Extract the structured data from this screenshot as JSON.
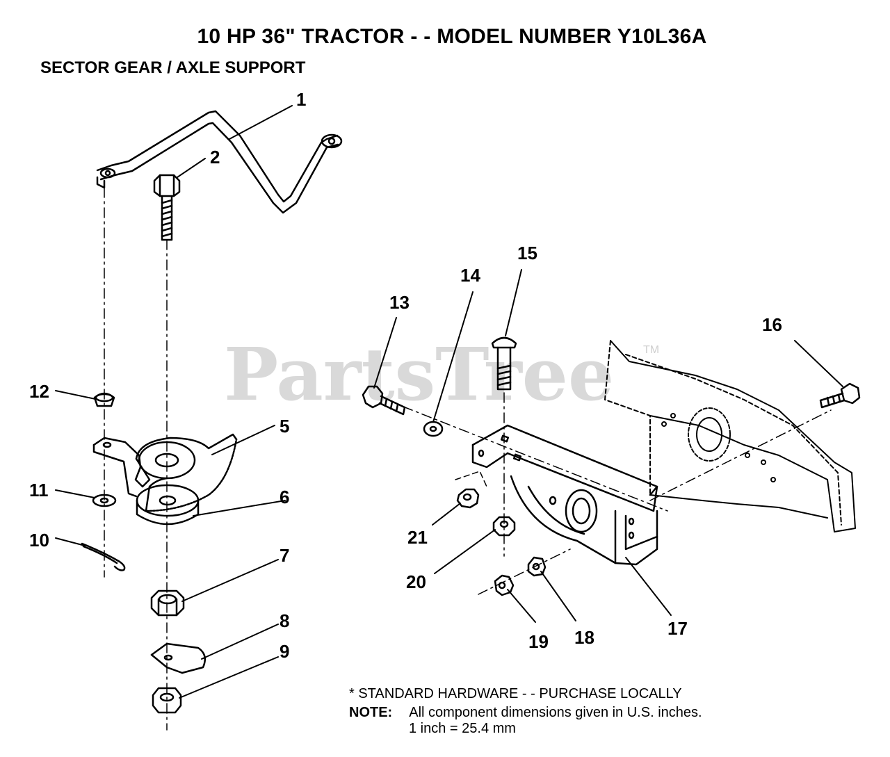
{
  "header": {
    "title": "10 HP 36\" TRACTOR - - MODEL NUMBER Y10L36A",
    "subtitle": "SECTOR GEAR / AXLE SUPPORT"
  },
  "watermark": {
    "text": "PartsTree",
    "tm": "TM"
  },
  "callouts": [
    {
      "id": "c1",
      "label": "1"
    },
    {
      "id": "c2",
      "label": "2"
    },
    {
      "id": "c5",
      "label": "5"
    },
    {
      "id": "c6",
      "label": "6"
    },
    {
      "id": "c7",
      "label": "7"
    },
    {
      "id": "c8",
      "label": "8"
    },
    {
      "id": "c9",
      "label": "9"
    },
    {
      "id": "c10",
      "label": "10"
    },
    {
      "id": "c11",
      "label": "11"
    },
    {
      "id": "c12",
      "label": "12"
    },
    {
      "id": "c13",
      "label": "13"
    },
    {
      "id": "c14",
      "label": "14"
    },
    {
      "id": "c15",
      "label": "15"
    },
    {
      "id": "c16",
      "label": "16"
    },
    {
      "id": "c17",
      "label": "17"
    },
    {
      "id": "c18",
      "label": "18"
    },
    {
      "id": "c19",
      "label": "19"
    },
    {
      "id": "c20",
      "label": "20"
    },
    {
      "id": "c21",
      "label": "21"
    }
  ],
  "notes": {
    "standard_hardware": "* STANDARD HARDWARE - - PURCHASE LOCALLY",
    "note_label": "NOTE:",
    "note_text": "All component dimensions given in U.S. inches.",
    "conversion": "1 inch = 25.4 mm"
  },
  "colors": {
    "ink": "#000000",
    "watermark": "#d9d9d9",
    "background": "#ffffff"
  }
}
